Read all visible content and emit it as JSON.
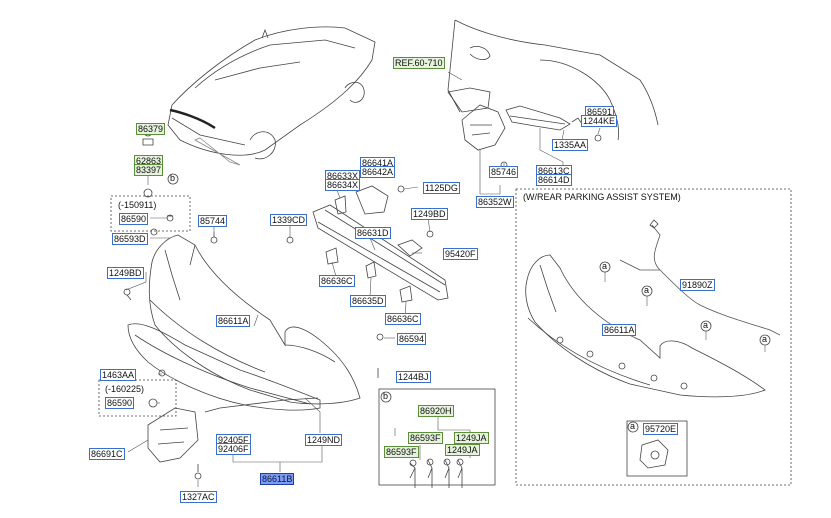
{
  "labels": {
    "p86379": "86379",
    "p62863": "62863",
    "p83397": "83397",
    "p150911": "(-150911)",
    "p86590a": "86590",
    "p86593D": "86593D",
    "p1249BD_left": "1249BD",
    "p85744": "85744",
    "p1339CD": "1339CD",
    "p86633X": "86633X",
    "p86634X": "86634X",
    "p86641A": "86641A",
    "p86642A": "86642A",
    "p1125DG": "1125DG",
    "p1249BD_right": "1249BD",
    "p86631D": "86631D",
    "p95420F": "95420F",
    "p86636C_a": "86636C",
    "p86635D": "86635D",
    "p86636C_b": "86636C",
    "p86611A": "86611A",
    "p86594": "86594",
    "p1463AA": "1463AA",
    "p160225": "(-160225)",
    "p86590b": "86590",
    "p1244BJ": "1244BJ",
    "p92405F": "92405F",
    "p92406F": "92406F",
    "p1249ND": "1249ND",
    "p86691C": "86691C",
    "p86611B": "86611B",
    "p1327AC": "1327AC",
    "pREF": "REF.60-710",
    "p86591": "86591",
    "p1244KE": "1244KE",
    "p1335AA": "1335AA",
    "p85746": "85746",
    "p86613C": "86613C",
    "p86614D": "86614D",
    "p86352W": "86352W",
    "p86920H": "86920H",
    "p86593F_a": "86593F",
    "p1249JA_a": "1249JA",
    "p86593F_b": "86593F",
    "p1249JA_b": "1249JA",
    "assist_title": "(W/REAR PARKING ASSIST SYSTEM)",
    "p91890Z": "91890Z",
    "p86611A_assist": "86611A",
    "p95720E": "95720E",
    "callout_a": "a",
    "callout_b": "b"
  },
  "colors": {
    "label_border_blue": "#3a6fd0",
    "label_border_green": "#5b8f3a",
    "label_fill_green": "#e6f2dc",
    "selected_fill": "#7d9bf2",
    "line": "#444444"
  }
}
